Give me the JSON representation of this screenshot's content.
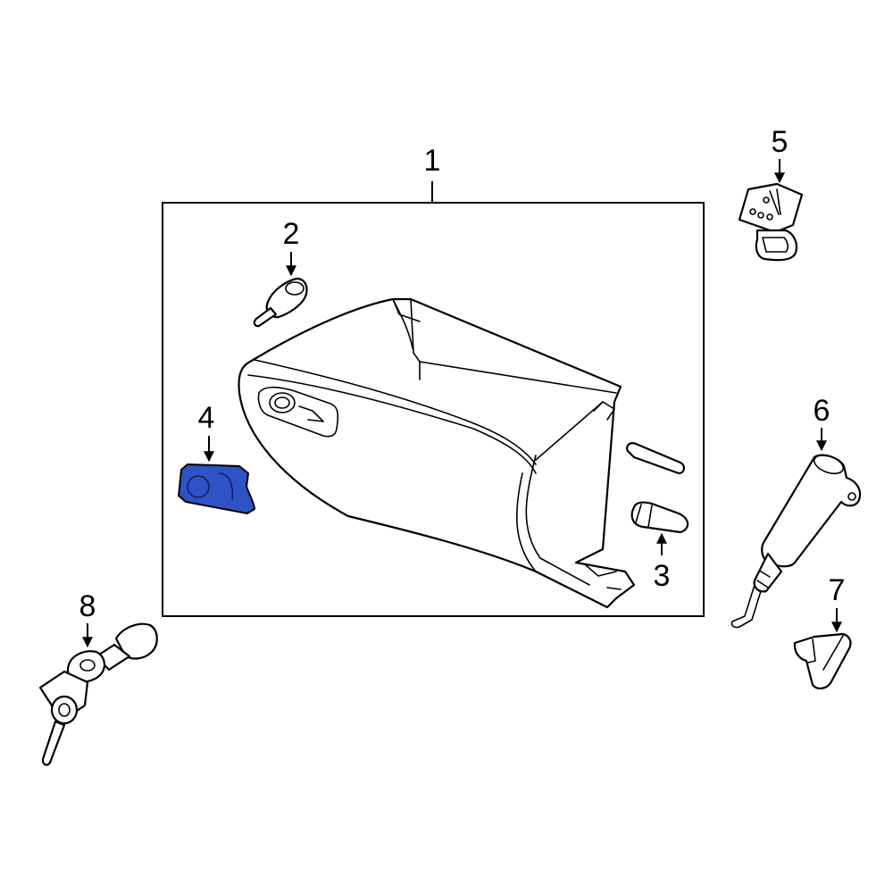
{
  "diagram": {
    "callouts": [
      {
        "label": "1",
        "part": "glove-box"
      },
      {
        "label": "2",
        "part": "bumper"
      },
      {
        "label": "3",
        "part": "stop"
      },
      {
        "label": "4",
        "part": "handle"
      },
      {
        "label": "5",
        "part": "striker"
      },
      {
        "label": "6",
        "part": "damper"
      },
      {
        "label": "7",
        "part": "clip"
      },
      {
        "label": "8",
        "part": "lock-cylinder"
      }
    ],
    "highlight_color": "#2f52c7",
    "line_color": "#000000",
    "background_color": "#ffffff"
  }
}
